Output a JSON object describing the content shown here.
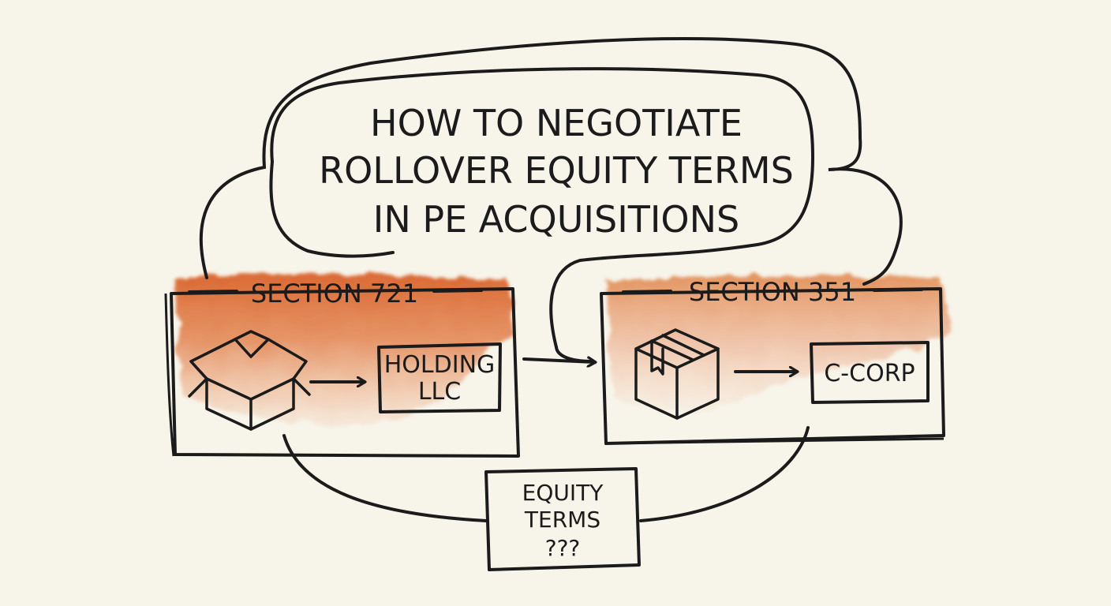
{
  "title": {
    "line1": "HOW TO NEGOTIATE",
    "line2": "ROLLOVER EQUITY TERMS",
    "line3": "IN PE ACQUISITIONS"
  },
  "left_panel": {
    "heading": "SECTION 721",
    "target_line1": "HOLDING",
    "target_line2": "LLC",
    "icon": "open-box-icon"
  },
  "right_panel": {
    "heading": "SECTION 351",
    "target": "C-CORP",
    "icon": "taped-box-icon"
  },
  "bottom_box": {
    "line1": "EQUITY",
    "line2": "TERMS",
    "line3": "???"
  },
  "colors": {
    "ink": "#1b1b1b",
    "wash": "#e07b3c",
    "paper": "#f7f4ea"
  }
}
